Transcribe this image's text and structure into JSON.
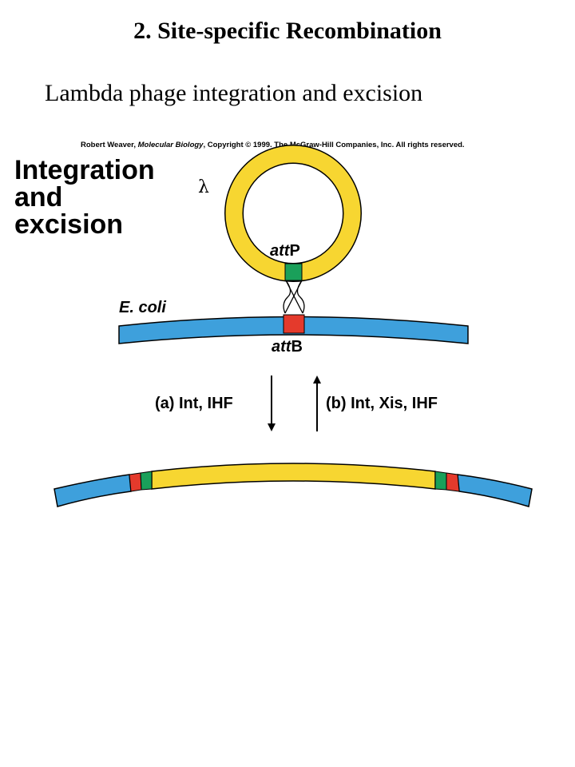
{
  "slide": {
    "title": "2.  Site-specific Recombination",
    "subtitle": "Lambda phage integration and excision"
  },
  "figure": {
    "credit": {
      "author": "Robert Weaver, ",
      "book": "Molecular Biology",
      "rest": ", Copyright © 1999. The McGraw-Hill Companies, Inc.  All rights reserved."
    },
    "heading_lines": [
      "Integration",
      "and",
      "excision"
    ],
    "phage_symbol": "λ",
    "attP": {
      "italic": "att",
      "rest": "P"
    },
    "attB": {
      "italic": "att",
      "rest": "B"
    },
    "ecoli_label": "E. coli",
    "step_a": "(a) Int, IHF",
    "step_b": "(b) Int, Xis, IHF",
    "colors": {
      "phage_dna": "#f7d631",
      "host_dna": "#3ea0dc",
      "attP_site": "#1aa05a",
      "attB_site": "#e43a2c",
      "outline": "#000000"
    }
  }
}
